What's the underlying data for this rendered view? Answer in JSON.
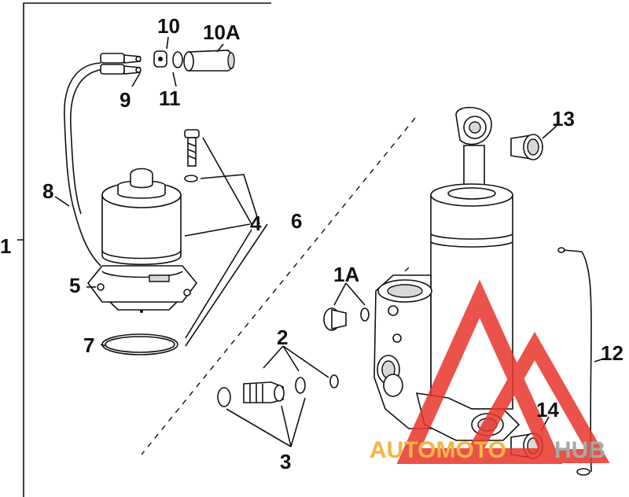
{
  "labels": {
    "l1": "1",
    "l1a": "1A",
    "l2": "2",
    "l3": "3",
    "l4": "4",
    "l5": "5",
    "l6": "6",
    "l7": "7",
    "l8": "8",
    "l9": "9",
    "l10": "10",
    "l10a": "10A",
    "l11": "11",
    "l12": "12",
    "l13": "13",
    "l14": "14"
  },
  "watermark": {
    "text_orange": "AUTOMOTO",
    "text_gray": "HUB",
    "color_red": "#e8352b",
    "color_orange": "#f5a623",
    "color_gray": "#9a9a9a"
  }
}
